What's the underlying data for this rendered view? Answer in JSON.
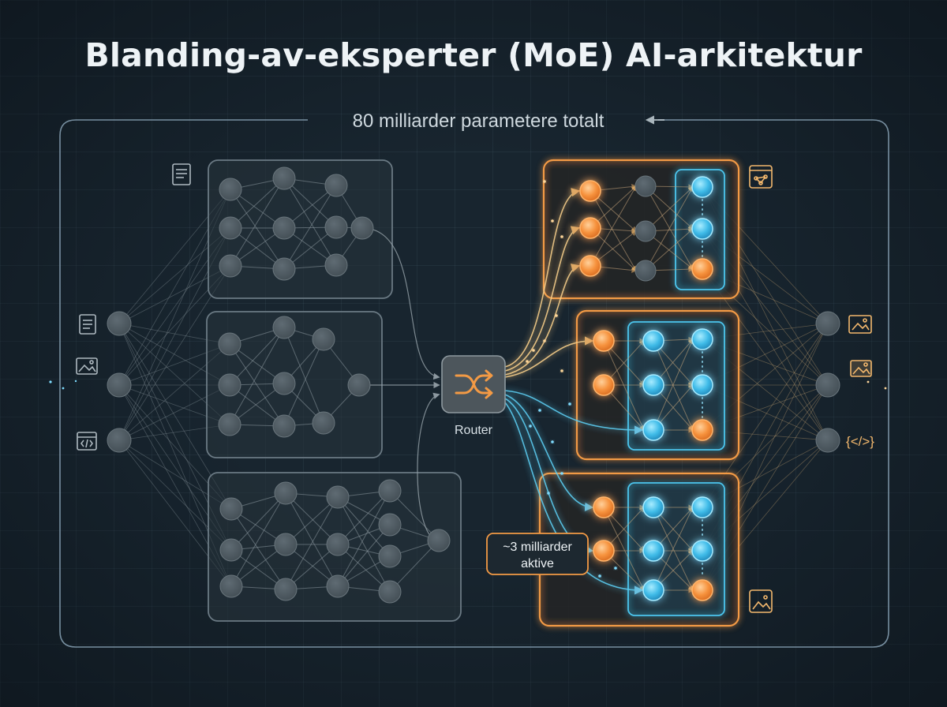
{
  "title": "Blanding-av-eksperter (MoE) AI-arkitektur",
  "total_params_label": "80 milliarder parametere totalt",
  "router_label": "Router",
  "active_params_label_line1": "~3 milliarder",
  "active_params_label_line2": "aktive",
  "icons": {
    "input": [
      "document-icon",
      "image-icon",
      "code-icon"
    ],
    "output": [
      "image-icon",
      "image-icon",
      "code-icon"
    ],
    "expert_side": [
      "document-icon",
      "network-icon",
      "image-icon"
    ]
  },
  "code_glyph": "{</>}",
  "colors": {
    "background": "#18252f",
    "panel_border": "#6b7a84",
    "inactive_node": "#4a565e",
    "active_orange": "#f5923e",
    "active_blue": "#4cc6ee",
    "accent_line": "#f3c27a",
    "outer_border": "#8aa3b6"
  },
  "diagram": {
    "input_layer_nodes": 3,
    "output_layer_nodes": 3,
    "inactive_experts": 3,
    "active_experts": 3
  }
}
